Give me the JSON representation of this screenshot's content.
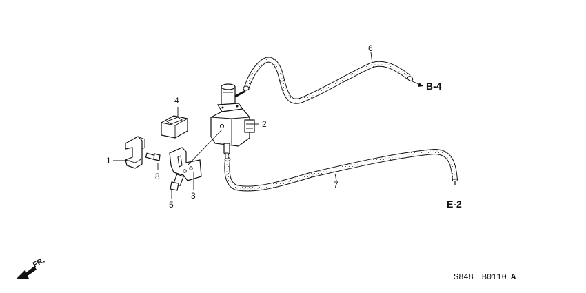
{
  "callouts": {
    "p1": "1",
    "p2": "2",
    "p3": "3",
    "p4": "4",
    "p5": "5",
    "p6": "6",
    "p7": "7",
    "p8": "8"
  },
  "refs": {
    "b4": "B-4",
    "e2": "E-2"
  },
  "direction": {
    "label": "FR.",
    "icon": "front-arrow-icon"
  },
  "diagram_code": {
    "main": "S848－B0110",
    "suffix": "A"
  }
}
